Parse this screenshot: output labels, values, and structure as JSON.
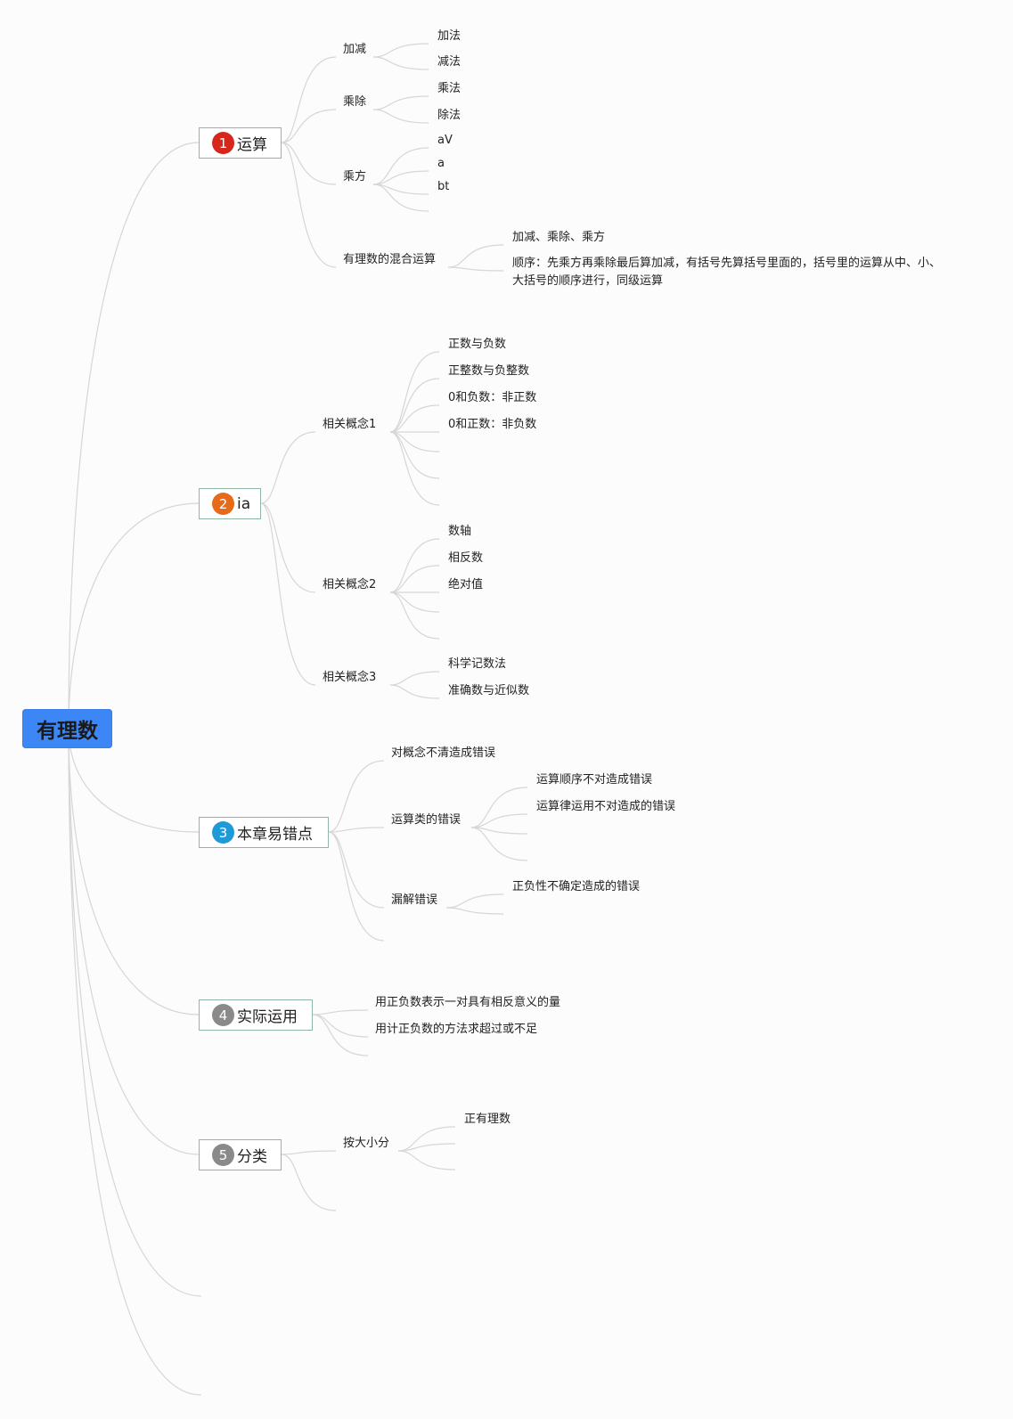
{
  "root": {
    "label": "有理数"
  },
  "branches": [
    {
      "num": "1",
      "label": "运算",
      "badge_color": "#d7261a",
      "children": [
        {
          "label": "加减",
          "children": [
            "加法",
            "减法"
          ]
        },
        {
          "label": "乘除",
          "children": [
            "乘法",
            "除法"
          ]
        },
        {
          "label": "乘方",
          "children": [
            "aV",
            "a",
            "bt"
          ]
        },
        {
          "label": "有理数的混合运算",
          "children": [
            "加减、乘除、乘方",
            "顺序：先乘方再乘除最后算加减，有括号先算括号里面的，括号里的运算从中、小、大括号的顺序进行，同级运算"
          ]
        }
      ]
    },
    {
      "num": "2",
      "label": "ia",
      "badge_color": "#e56a19",
      "children": [
        {
          "label": "相关概念1",
          "children": [
            "正数与负数",
            "正整数与负整数",
            "0和负数：非正数",
            "0和正数：非负数"
          ]
        },
        {
          "label": "相关概念2",
          "children": [
            "数轴",
            "相反数",
            "绝对值"
          ]
        },
        {
          "label": "相关概念3",
          "children": [
            "科学记数法",
            "准确数与近似数"
          ]
        }
      ]
    },
    {
      "num": "3",
      "label": "本章易错点",
      "badge_color": "#1f9ad9",
      "children": [
        {
          "label": "对概念不清造成错误",
          "children": []
        },
        {
          "label": "运算类的错误",
          "children": [
            "运算顺序不对造成错误",
            "运算律运用不对造成的错误"
          ]
        },
        {
          "label": "漏解错误",
          "children": [
            "正负性不确定造成的错误"
          ]
        }
      ]
    },
    {
      "num": "4",
      "label": "实际运用",
      "badge_color": "#8a8a8a",
      "children": [
        {
          "label": "用正负数表示一对具有相反意义的量",
          "children": []
        },
        {
          "label": "用计正负数的方法求超过或不足",
          "children": []
        }
      ]
    },
    {
      "num": "5",
      "label": "分类",
      "badge_color": "#8a8a8a",
      "children": [
        {
          "label": "按大小分",
          "children": [
            "正有理数"
          ]
        }
      ]
    }
  ]
}
